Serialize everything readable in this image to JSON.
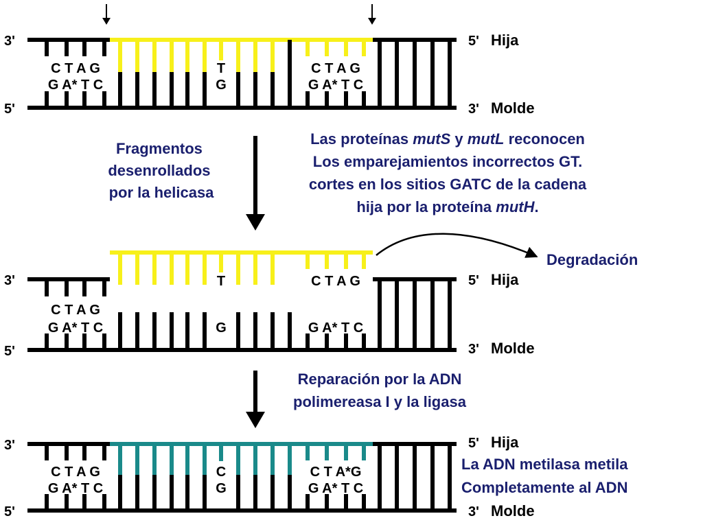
{
  "colors": {
    "parent": "#000000",
    "daughter_unwound": "#f7f01a",
    "repaired": "#1a8a8a",
    "text_blue": "#1a1f6e"
  },
  "strand_labels": {
    "daughter_3": "3'",
    "daughter_5": "5'",
    "daughter_name": "Hija",
    "template_5": "5'",
    "template_3": "3'",
    "template_name": "Molde"
  },
  "panel1": {
    "left_site_top": "C T A G",
    "left_site_bottom": "G A* T C",
    "mismatch_top": "T",
    "mismatch_bottom": "G",
    "right_site_top": "C T A G",
    "right_site_bottom": "G A* T C"
  },
  "step1": {
    "side_note_lines": [
      "Fragmentos",
      "desenrollados",
      "por la helicasa"
    ],
    "line1_a": "Las proteínas ",
    "line1_b": "mutS",
    "line1_c": " y ",
    "line1_d": "mutL",
    "line1_e": " reconocen",
    "line2": "Los emparejamientos incorrectos GT.",
    "line3": "cortes en los sitios GATC de la cadena",
    "line4_a": "hija por la proteína ",
    "line4_b": "mutH",
    "line4_c": "."
  },
  "panel2": {
    "degradation": "Degradación",
    "loose_mismatch": "T",
    "loose_site": "C T A G",
    "left_site_top": "C T A G",
    "left_site_bottom": "G A* T C",
    "mismatch_bottom": "G",
    "right_site_bottom": "G A* T C"
  },
  "step2": {
    "lines": [
      "Reparación por la ADN",
      "polimereasa I y la ligasa"
    ]
  },
  "panel3": {
    "left_site_top": "C T A G",
    "left_site_bottom": "G A* T C",
    "corrected_top": "C",
    "corrected_bottom": "G",
    "right_site_top": "C T A*G",
    "right_site_bottom": "G A* T C",
    "note_lines": [
      "La ADN metilasa metila",
      "Completamente al ADN"
    ]
  }
}
